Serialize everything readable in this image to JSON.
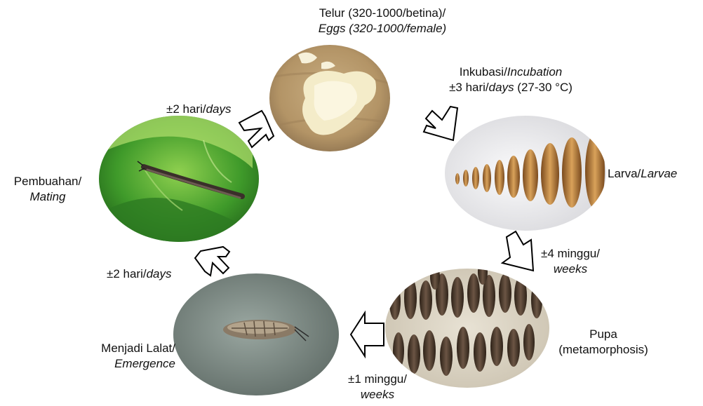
{
  "stages": {
    "eggs": {
      "label_id": "Telur (320-1000/betina)/",
      "label_en": "Eggs (320-1000/female)"
    },
    "larvae": {
      "label_id": "Larva/",
      "label_en": "Larvae"
    },
    "pupa": {
      "label_line1": "Pupa",
      "label_line2": "(metamorphosis)"
    },
    "emergence": {
      "label_id": "Menjadi Lalat/",
      "label_en": "Emergence"
    },
    "mating": {
      "label_id": "Pembuahan/",
      "label_en": "Mating"
    }
  },
  "transitions": {
    "incubation": {
      "line1_id": "Inkubasi/",
      "line1_en": "Incubation",
      "line2_pre": "±3 hari/",
      "line2_en": "days",
      "line2_post": " (27-30 °C)"
    },
    "larva_to_pupa": {
      "line1": "±4 minggu/",
      "line2": "weeks"
    },
    "pupa_to_fly": {
      "line1": "±1 minggu/",
      "line2": "weeks"
    },
    "fly_to_mating": {
      "pre": "±2 hari/",
      "en": "days"
    },
    "mating_to_eggs": {
      "pre": "±2 hari/",
      "en": "days"
    }
  },
  "colors": {
    "arrow_stroke": "#000000",
    "arrow_fill": "#ffffff",
    "egg_bg": "#b89a6a",
    "larva_bg": "#f2f2f4",
    "pupa_bg": "#ded7c7",
    "fly_bg": "#7f8c86",
    "leaf_bg": "#3f9a2a"
  }
}
